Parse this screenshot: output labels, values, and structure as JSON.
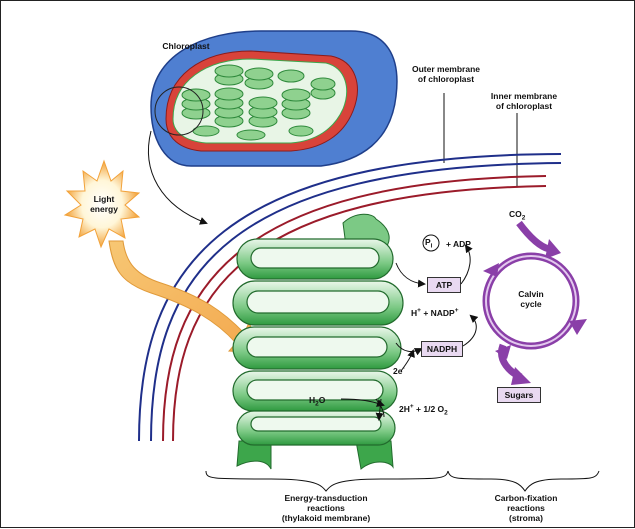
{
  "labels": {
    "chloroplast": "Chloroplast",
    "outer_membrane_1": "Outer membrane",
    "outer_membrane_2": "of chloroplast",
    "inner_membrane_1": "Inner membrane",
    "inner_membrane_2": "of chloroplast",
    "light_energy_1": "Light",
    "light_energy_2": "energy",
    "pi": "P",
    "pi_sub": "i",
    "adp": "+ ADP",
    "atp": "ATP",
    "h_plus": "H",
    "nadp": "+ NADP",
    "nadph": "NADPH",
    "electrons": "2e",
    "h2o": "H",
    "h2o_sub": "2",
    "h2o_o": "O",
    "two_h": "2H",
    "half_o2": "+ 1/2 O",
    "o2_sub": "2",
    "co2": "CO",
    "co2_sub": "2",
    "calvin_1": "Calvin",
    "calvin_2": "cycle",
    "sugars": "Sugars",
    "energy_1": "Energy-transduction",
    "energy_2": "reactions",
    "energy_3": "(thylakoid membrane)",
    "carbon_1": "Carbon-fixation",
    "carbon_2": "reactions",
    "carbon_3": "(stroma)"
  },
  "colors": {
    "outer_membrane": "#1f2f8a",
    "inner_membrane": "#9b1b2a",
    "chloroplast_outer": "#4f7fd1",
    "chloroplast_inner": "#d8433a",
    "thylakoid": "#3da64b",
    "thylakoid_light": "#d9f1da",
    "calvin": "#8a3fa8",
    "box_fill": "#e9d9f1",
    "light_arrow": "#f0b455",
    "sun": "#f2a23a"
  }
}
